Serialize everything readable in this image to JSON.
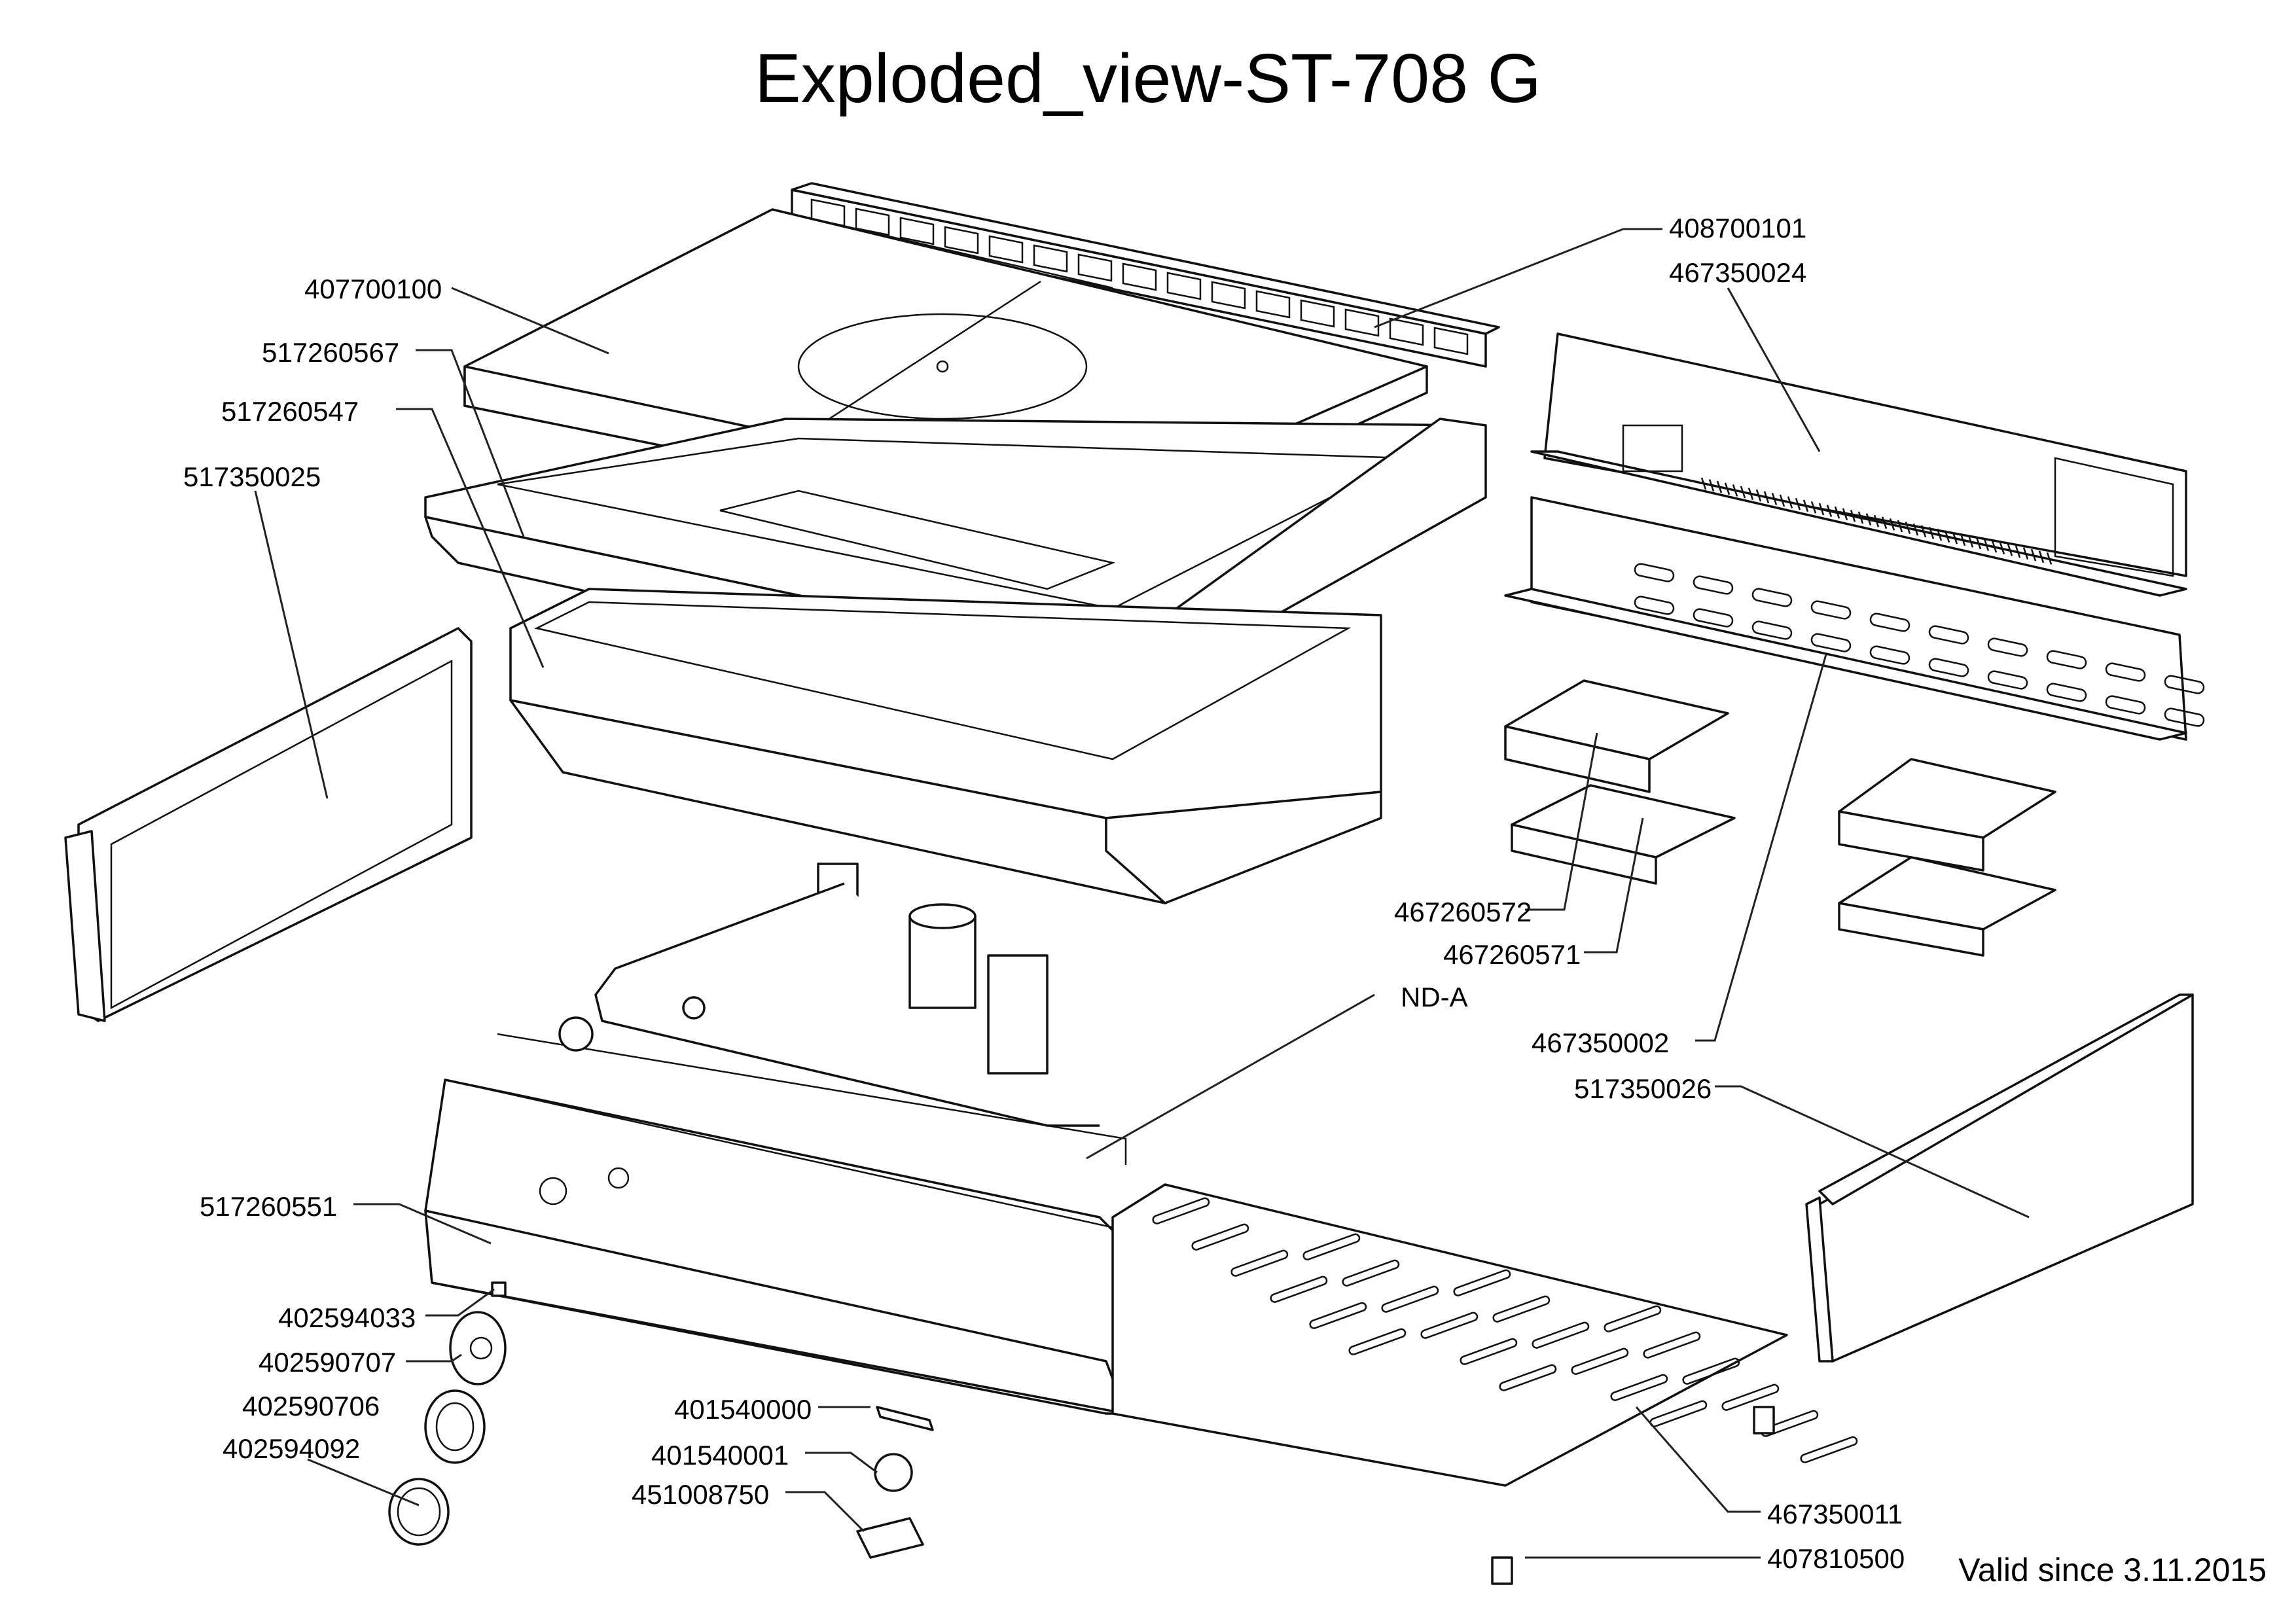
{
  "title": "Exploded_view-ST-708 G",
  "footer": "Valid since 3.11.2015",
  "parts": [
    {
      "id": "p408700101",
      "label": "408700101"
    },
    {
      "id": "p467350024",
      "label": "467350024"
    },
    {
      "id": "p407700100",
      "label": "407700100"
    },
    {
      "id": "p517260567",
      "label": "517260567"
    },
    {
      "id": "p517260547",
      "label": "517260547"
    },
    {
      "id": "p517350025",
      "label": "517350025"
    },
    {
      "id": "p467260572",
      "label": "467260572"
    },
    {
      "id": "p467260571",
      "label": "467260571"
    },
    {
      "id": "pNDA",
      "label": "ND-A"
    },
    {
      "id": "p467350002",
      "label": "467350002"
    },
    {
      "id": "p517350026",
      "label": "517350026"
    },
    {
      "id": "p517260551",
      "label": "517260551"
    },
    {
      "id": "p402594033",
      "label": "402594033"
    },
    {
      "id": "p402590707",
      "label": "402590707"
    },
    {
      "id": "p402590706",
      "label": "402590706"
    },
    {
      "id": "p402594092",
      "label": "402594092"
    },
    {
      "id": "p401540000",
      "label": "401540000"
    },
    {
      "id": "p401540001",
      "label": "401540001"
    },
    {
      "id": "p451008750",
      "label": "451008750"
    },
    {
      "id": "p467350011",
      "label": "467350011"
    },
    {
      "id": "p407810500",
      "label": "407810500"
    }
  ]
}
